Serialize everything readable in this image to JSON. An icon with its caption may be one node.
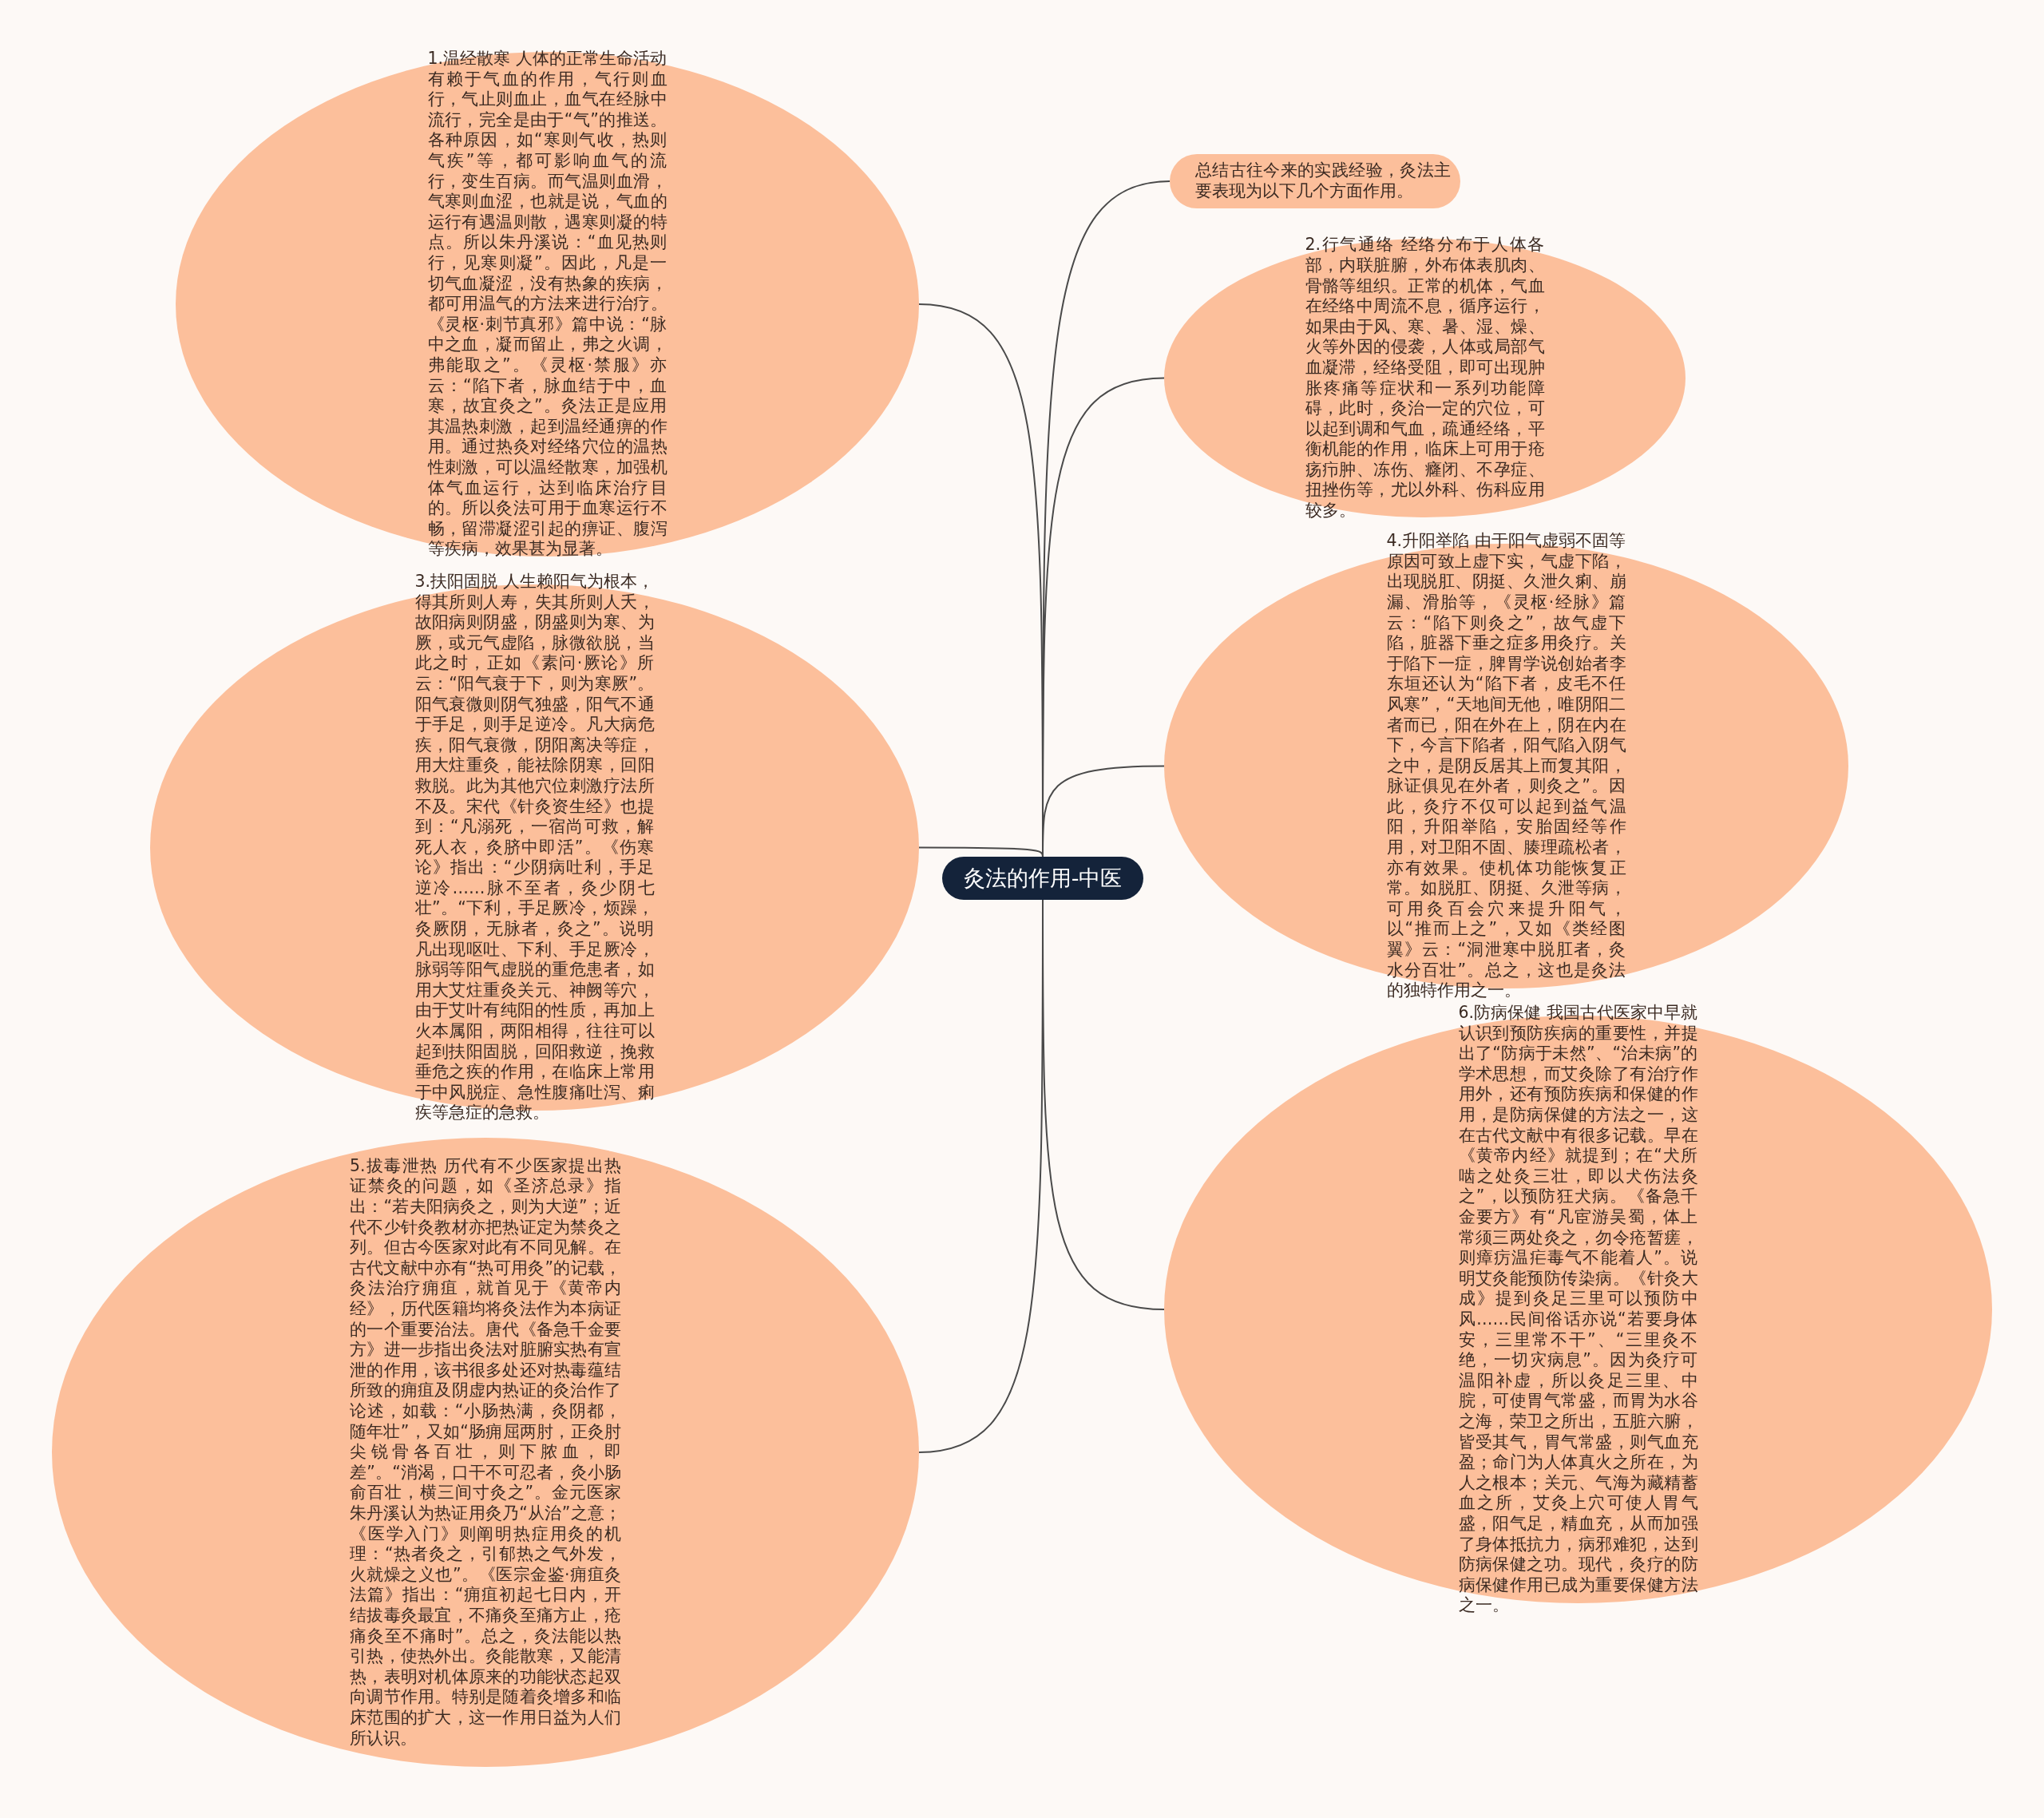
{
  "diagram": {
    "nodes": [
      {
        "text": [
          "灸法的作用-中医"
        ]
      },
      {
        "text": [
          "1.温经散寒 人体的正常生命活动有赖于气血的作用，气行则血行，气止则血止，血气在经脉中流行，完全是由于“气”的推送。各种原因，如“寒则气收，热则气疾”等，都可影响血气的流行，变生百病。而气温则血滑，气寒则血涩，也就是说，气血的运行有遇温则散，遇寒则凝的特点。所以朱丹溪说：“血见热则行，见寒则凝”。因此，凡是一切气血凝涩，没有热象的疾病，都可用温气的方法来进行治疗。《灵枢·刺节真邪》篇中说：“脉中之血，凝而留止，弗之火调，弗能取之”。《灵枢·禁服》亦云：“陷下者，脉血结于中，血寒，故宜灸之”。灸法正是应用其温热刺激，起到温经通痹的作用。通过热灸对经络穴位的温热性刺激，可以温经散寒，加强机体气血运行，达到临床治疗目的。所以灸法可用于血寒运行不畅，留滞凝涩引起的痹证、腹泻等疾病，效果甚为显著。"
        ]
      },
      {
        "text": [
          "总结古往今来的实践经验，灸法主要表现为以下几个方面作用。"
        ]
      },
      {
        "text": [
          "2.行气通络 经络分布于人体各部，内联脏腑，外布体表肌肉、骨骼等组织。正常的机体，气血在经络中周流不息，循序运行，如果由于风、寒、暑、湿、燥、火等外因的侵袭，人体或局部气血凝滞，经络受阻，即可出现肿胀疼痛等症状和一系列功能障碍，此时，灸治一定的穴位，可以起到调和气血，疏通经络，平衡机能的作用，临床上可用于疮疡疖肿、冻伤、癃闭、不孕症、扭挫伤等，尤以外科、伤科应用较多。"
        ]
      },
      {
        "text": [
          "3.扶阳固脱 人生赖阳气为根本，得其所则人寿，失其所则人夭，故阳病则阴盛，阴盛则为寒、为厥，或元气虚陷，脉微欲脱，当此之时，正如《素问·厥论》所云：“阳气衰于下，则为寒厥”。阳气衰微则阴气独盛，阳气不通于手足，则手足逆冷。凡大病危疾，阳气衰微，阴阳离决等症，用大炷重灸，能祛除阴寒，回阳救脱。此为其他穴位刺激疗法所不及。宋代《针灸资生经》也提到：“凡溺死，一宿尚可救，解死人衣，灸脐中即活”。《伤寒论》指出：“少阴病吐利，手足逆冷……脉不至者，灸少阴七壮”。“下利，手足厥冷，烦躁，灸厥阴，无脉者，灸之”。说明凡出现呕吐、下利、手足厥冷，脉弱等阳气虚脱的重危患者，如用大艾炷重灸关元、神阙等穴，由于艾叶有纯阳的性质，再加上火本属阳，两阳相得，往往可以起到扶阳固脱，回阳救逆，挽救垂危之疾的作用，在临床上常用于中风脱症、急性腹痛吐泻、痢疾等急症的急救。"
        ]
      },
      {
        "text": [
          "4.升阳举陷 由于阳气虚弱不固等原因可致上虚下实，气虚下陷，出现脱肛、阴挺、久泄久痢、崩漏、滑胎等，《灵枢·经脉》篇云：“陷下则灸之”，故气虚下陷，脏器下垂之症多用灸疗。关于陷下一症，脾胃学说创始者李东垣还认为“陷下者，皮毛不任风寒”，“天地间无他，唯阴阳二者而已，阳在外在上，阴在内在下，今言下陷者，阳气陷入阴气之中，是阴反居其上而复其阳，脉证俱见在外者，则灸之”。因此，灸疗不仅可以起到益气温阳，升阳举陷，安胎固经等作用，对卫阳不固、腠理疏松者，亦有效果。使机体功能恢复正常。如脱肛、阴挺、久泄等病，可用灸百会穴来提升阳气，以“推而上之”，又如《类经图翼》云：“洞泄寒中脱肛者，灸水分百壮”。总之，这也是灸法的独特作用之一。"
        ]
      },
      {
        "text": [
          "5.拔毒泄热 历代有不少医家提出热证禁灸的问题，如《圣济总录》指出：“若夫阳病灸之，则为大逆”；近代不少针灸教材亦把热证定为禁灸之列。但古今医家对此有不同见解。在古代文献中亦有“热可用灸”的记载，灸法治疗痈疽，就首见于《黄帝内经》，历代医籍均将灸法作为本病证的一个重要治法。唐代《备急千金要方》进一步指出灸法对脏腑实热有宣泄的作用，该书很多处还对热毒蕴结所致的痈疽及阴虚内热证的灸治作了论述，如载：“小肠热满，灸阴都，随年壮”，又如“肠痈屈两肘，正灸肘尖锐骨各百壮，则下脓血，即差”。“消渴，口干不可忍者，灸小肠俞百壮，横三间寸灸之”。金元医家朱丹溪认为热证用灸乃“从治”之意；《医学入门》则阐明热症用灸的机理：“热者灸之，引郁热之气外发，火就燥之义也”。《医宗金鉴·痈疽灸法篇》指出：“痈疽初起七日内，开结拔毒灸最宜，不痛灸至痛方止，疮痛灸至不痛时”。总之，灸法能以热引热，使热外出。灸能散寒，又能清热，表明对机体原来的功能状态起双向调节作用。特别是随着灸增多和临床范围的扩大，这一作用日益为人们所认识。"
        ]
      },
      {
        "text": [
          "6.防病保健 我国古代医家中早就认识到预防疾病的重要性，并提出了“防病于未然”、“治未病”的学术思想，而艾灸除了有治疗作用外，还有预防疾病和保健的作用，是防病保健的方法之一，这在古代文献中有很多记载。早在《黄帝内经》就提到；在“犬所啮之处灸三壮，即以犬伤法灸之”，以预防狂犬病。《备急千金要方》有“凡宦游吴蜀，体上常须三两处灸之，勿令疮暂瘥，则瘴疠温疟毒气不能着人”。说明艾灸能预防传染病。《针灸大成》提到灸足三里可以预防中风……民间俗话亦说“若要身体安，三里常不干”、“三里灸不绝，一切灾病息”。因为灸疗可温阳补虚，所以灸足三里、中脘，可使胃气常盛，而胃为水谷之海，荣卫之所出，五脏六腑，皆受其气，胃气常盛，则气血充盈；命门为人体真火之所在，为人之根本；关元、气海为藏精蓄血之所，艾灸上穴可使人胃气盛，阳气足，精血充，从而加强了身体抵抗力，病邪难犯，达到防病保健之功。现代，灸疗的防病保健作用已成为重要保健方法之一。"
        ]
      }
    ],
    "edges": [
      {
        "from": 0,
        "to": 1,
        "arrow": "none"
      },
      {
        "from": 0,
        "to": 2,
        "arrow": "none"
      },
      {
        "from": 0,
        "to": 3,
        "arrow": "none"
      },
      {
        "from": 0,
        "to": 4,
        "arrow": "none"
      },
      {
        "from": 0,
        "to": 5,
        "arrow": "none"
      },
      {
        "from": 0,
        "to": 6,
        "arrow": "none"
      },
      {
        "from": 0,
        "to": 7,
        "arrow": "none"
      }
    ]
  }
}
